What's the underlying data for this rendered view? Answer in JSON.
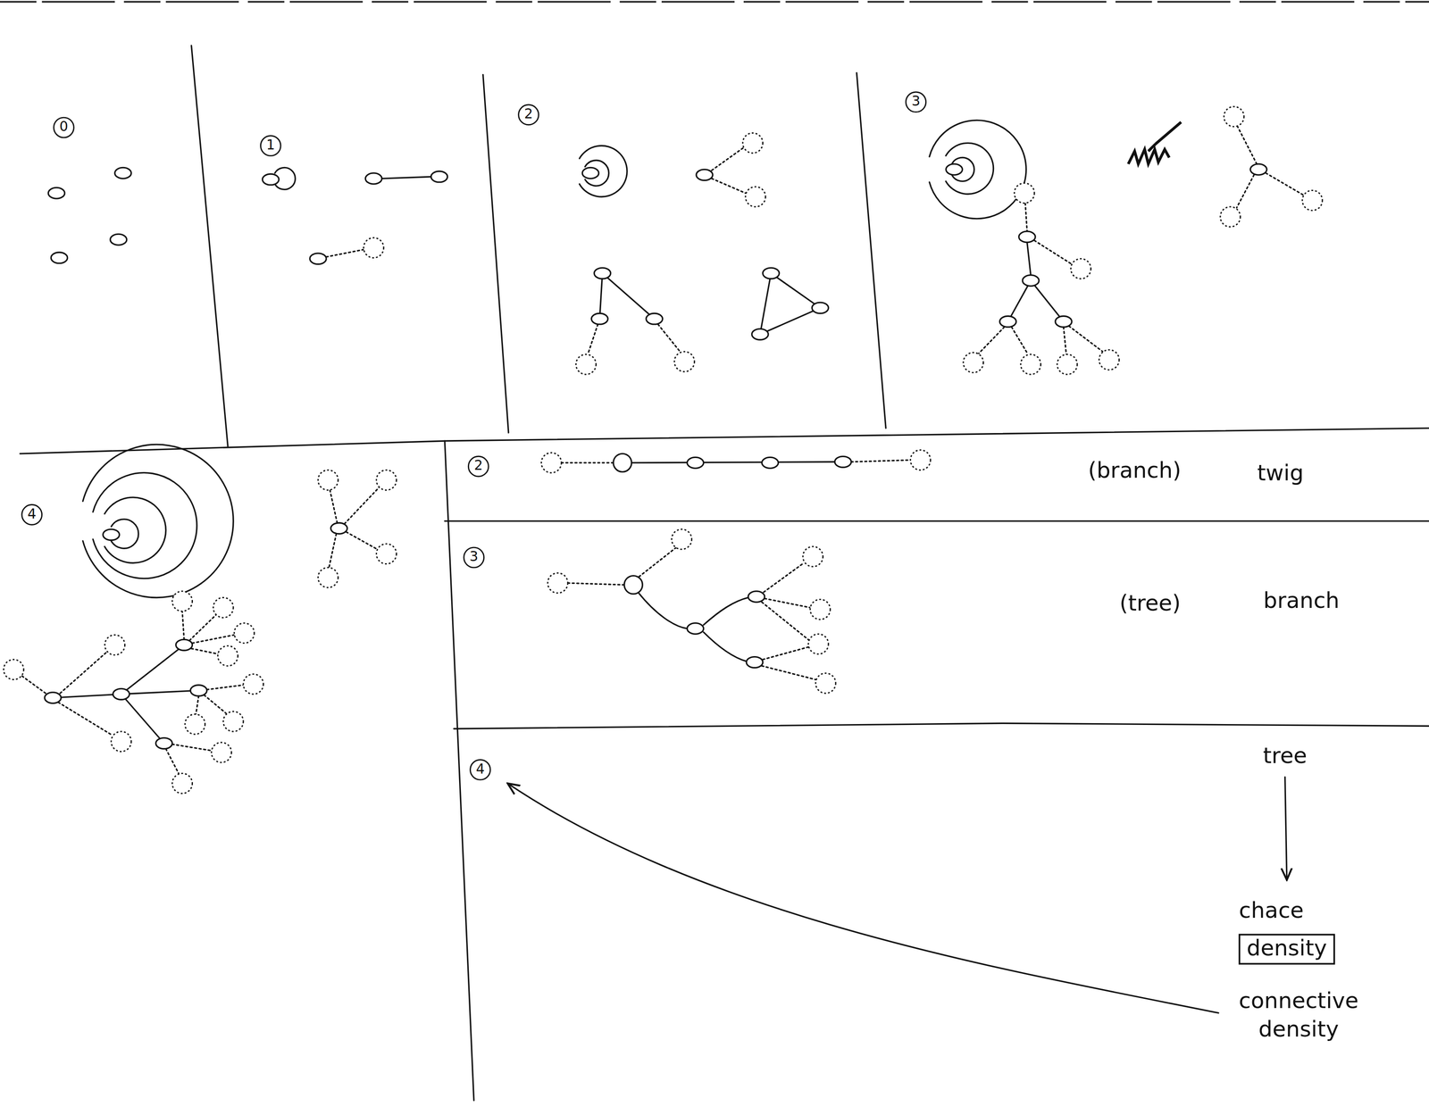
{
  "diagram": {
    "nodes": [
      {
        "text": [
          "0"
        ]
      },
      {
        "text": [
          "1"
        ]
      },
      {
        "text": [
          "2"
        ]
      },
      {
        "text": [
          "3"
        ]
      },
      {
        "text": [
          "4"
        ]
      },
      {
        "text": [
          "2"
        ]
      },
      {
        "text": [
          "3"
        ]
      },
      {
        "text": [
          "4"
        ]
      },
      {
        "text": [
          "density"
        ]
      }
    ],
    "labels": [
      "(branch)",
      "twig",
      "(tree)",
      "branch",
      "tree",
      "chace",
      "connective density"
    ]
  }
}
